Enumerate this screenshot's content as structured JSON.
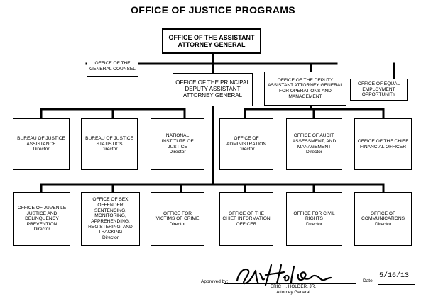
{
  "title": "OFFICE OF JUSTICE PROGRAMS",
  "boxes": {
    "aag": "OFFICE OF THE ASSISTANT ATTORNEY GENERAL",
    "ogc": "OFFICE OF THE GENERAL COUNSEL",
    "pdaag": "OFFICE OF THE PRINCIPAL DEPUTY ASSISTANT ATTORNEY GENERAL",
    "daag_ops": "OFFICE OF THE DEPUTY ASSISTANT ATTORNEY GENERAL FOR OPERATIONS AND MANAGEMENT",
    "eeo": "OFFICE OF EQUAL EMPLOYMENT OPPORTUNITY",
    "bja": "BUREAU OF JUSTICE ASSISTANCE",
    "bjs": "BUREAU OF JUSTICE STATISTICS",
    "nij": "NATIONAL INSTITUTE OF JUSTICE",
    "admin": "OFFICE OF ADMINISTRATION",
    "audit": "OFFICE OF AUDIT, ASSESSMENT, AND MANAGEMENT",
    "cfo": "OFFICE OF THE CHIEF FINANCIAL OFFICER",
    "ojjdp": "OFFICE OF JUVENILE JUSTICE AND DELINQUENCY PREVENTION",
    "smart": "OFFICE OF SEX OFFENDER SENTENCING, MONITORING, APPREHENDING, REGISTERING, AND TRACKING",
    "ovc": "OFFICE FOR VICTIMS OF CRIME",
    "cio": "OFFICE OF THE CHIEF INFORMATION OFFICER",
    "ocr": "OFFICE FOR CIVIL RIGHTS",
    "comms": "OFFICE OF COMMUNICATIONS",
    "director": "Director"
  },
  "approval": {
    "approved_label": "Approved by:",
    "signer_name": "ERIC H. HOLDER, JR.",
    "signer_title": "Attorney General",
    "date_label": "Date:",
    "date_value": "5/16/13"
  }
}
